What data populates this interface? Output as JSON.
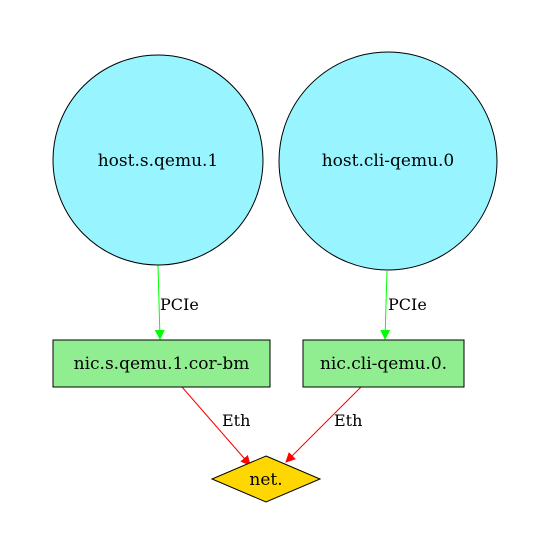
{
  "colors": {
    "host_fill": "#98f5ff",
    "nic_fill": "#90ee90",
    "net_fill": "#ffd700",
    "pcie_edge": "#00ff00",
    "eth_edge": "#ff0000",
    "stroke": "#000000"
  },
  "nodes": {
    "host_s": {
      "label": "host.s.qemu.1"
    },
    "host_cli": {
      "label": "host.cli-qemu.0"
    },
    "nic_s": {
      "label": "nic.s.qemu.1.cor-bm"
    },
    "nic_cli": {
      "label": "nic.cli-qemu.0."
    },
    "net": {
      "label": "net."
    }
  },
  "edges": {
    "host_s_to_nic_s": {
      "label": "PCIe"
    },
    "host_cli_to_nic_cli": {
      "label": "PCIe"
    },
    "nic_s_to_net": {
      "label": "Eth"
    },
    "nic_cli_to_net": {
      "label": "Eth"
    }
  }
}
